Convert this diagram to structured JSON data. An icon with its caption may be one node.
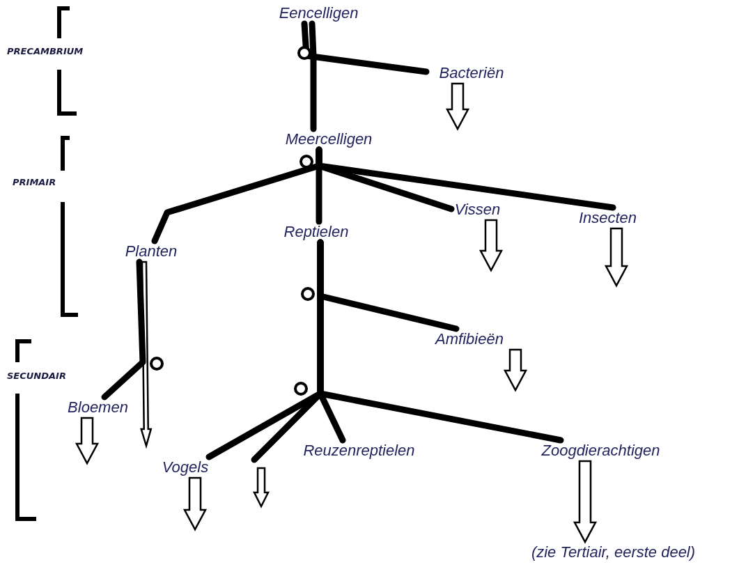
{
  "diagram": {
    "nodes": [
      {
        "text": [
          "Eencelligen"
        ]
      },
      {
        "text": [
          "Bacteriën"
        ]
      },
      {
        "text": [
          "Meercelligen"
        ]
      },
      {
        "text": [
          "Vissen"
        ]
      },
      {
        "text": [
          "Insecten"
        ]
      },
      {
        "text": [
          "Reptielen"
        ]
      },
      {
        "text": [
          "Planten"
        ]
      },
      {
        "text": [
          "Amfibieën"
        ]
      },
      {
        "text": [
          "Bloemen"
        ]
      },
      {
        "text": [
          "Vogels"
        ]
      },
      {
        "text": [
          "Reuzenreptielen"
        ]
      },
      {
        "text": [
          "Zoogdierachtigen"
        ]
      },
      {
        "text": [
          "(zie Tertiair, eerste deel)"
        ]
      }
    ],
    "edges": [
      {
        "from": 0,
        "to": 1,
        "arrow": "none"
      },
      {
        "from": 0,
        "to": 2,
        "arrow": "none"
      },
      {
        "from": 1,
        "to": null,
        "arrow": "to"
      },
      {
        "from": 2,
        "to": 6,
        "arrow": "none"
      },
      {
        "from": 2,
        "to": 5,
        "arrow": "none"
      },
      {
        "from": 2,
        "to": 3,
        "arrow": "none"
      },
      {
        "from": 2,
        "to": 4,
        "arrow": "none"
      },
      {
        "from": 3,
        "to": null,
        "arrow": "to"
      },
      {
        "from": 4,
        "to": null,
        "arrow": "to"
      },
      {
        "from": 5,
        "to": 7,
        "arrow": "none"
      },
      {
        "from": 5,
        "to": 9,
        "arrow": "none"
      },
      {
        "from": 5,
        "to": null,
        "arrow": "none"
      },
      {
        "from": 5,
        "to": 10,
        "arrow": "none"
      },
      {
        "from": 5,
        "to": 11,
        "arrow": "none"
      },
      {
        "from": 6,
        "to": 8,
        "arrow": "none"
      },
      {
        "from": 6,
        "to": null,
        "arrow": "to"
      },
      {
        "from": 7,
        "to": null,
        "arrow": "to"
      },
      {
        "from": 8,
        "to": null,
        "arrow": "to"
      },
      {
        "from": 9,
        "to": null,
        "arrow": "to"
      },
      {
        "from": 11,
        "to": 12,
        "arrow": "to"
      }
    ],
    "labels": [
      "PRECAMBRIUM",
      "PRIMAIR",
      "SECUNDAIR"
    ]
  }
}
